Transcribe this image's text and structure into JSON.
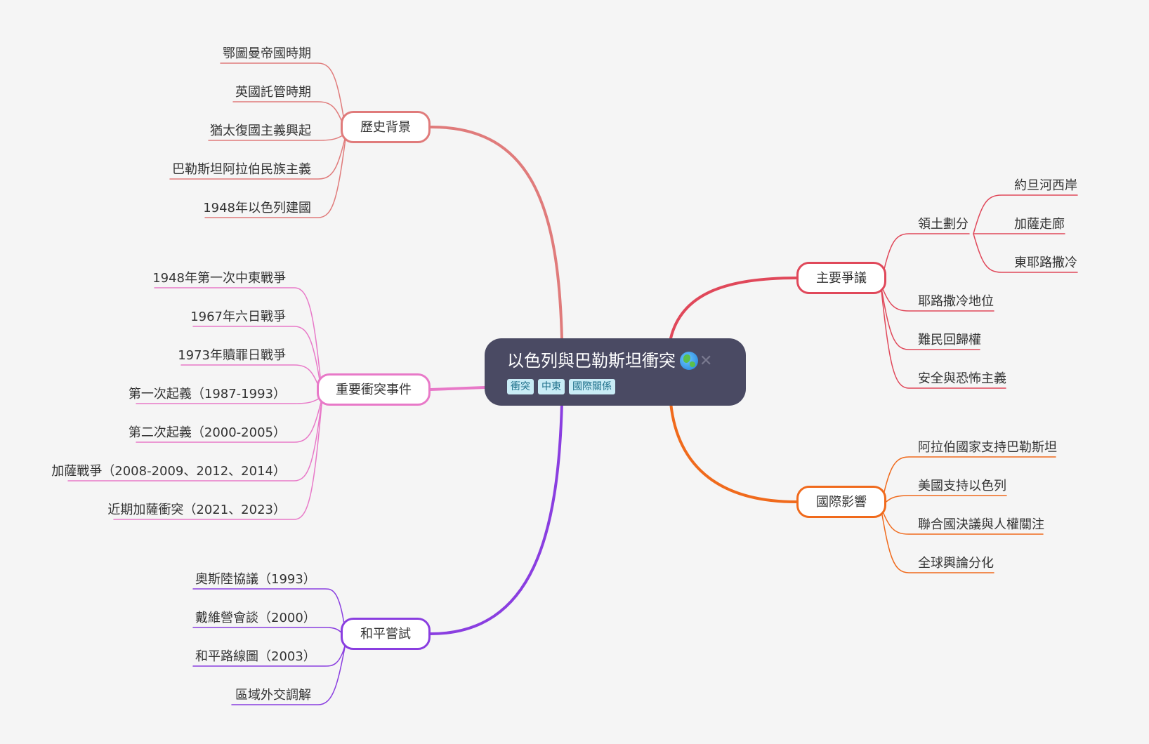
{
  "root": {
    "title": "以色列與巴勒斯坦衝突",
    "icon": "globe-icon",
    "tags": [
      "衝突",
      "中東",
      "國際關係"
    ]
  },
  "colors": {
    "history": "#e07b7b",
    "events": "#e879c8",
    "peace": "#8a3ee0",
    "disputes": "#e0485a",
    "impact": "#f06a1c",
    "root_bg": "#4a4a63",
    "tag_bg": "#c9ecf6"
  },
  "branches": {
    "history": {
      "label": "歷史背景",
      "items": [
        "鄂圖曼帝國時期",
        "英國託管時期",
        "猶太復國主義興起",
        "巴勒斯坦阿拉伯民族主義",
        "1948年以色列建國"
      ]
    },
    "events": {
      "label": "重要衝突事件",
      "items": [
        "1948年第一次中東戰爭",
        "1967年六日戰爭",
        "1973年贖罪日戰爭",
        "第一次起義（1987-1993）",
        "第二次起義（2000-2005）",
        "加薩戰爭（2008-2009、2012、2014）",
        "近期加薩衝突（2021、2023）"
      ]
    },
    "peace": {
      "label": "和平嘗試",
      "items": [
        "奧斯陸協議（1993）",
        "戴維營會談（2000）",
        "和平路線圖（2003）",
        "區域外交調解"
      ]
    },
    "disputes": {
      "label": "主要爭議",
      "territory": {
        "label": "領土劃分",
        "items": [
          "約旦河西岸",
          "加薩走廊",
          "東耶路撒冷"
        ]
      },
      "items": [
        "耶路撒冷地位",
        "難民回歸權",
        "安全與恐怖主義"
      ]
    },
    "impact": {
      "label": "國際影響",
      "items": [
        "阿拉伯國家支持巴勒斯坦",
        "美國支持以色列",
        "聯合國決議與人權關注",
        "全球輿論分化"
      ]
    }
  }
}
